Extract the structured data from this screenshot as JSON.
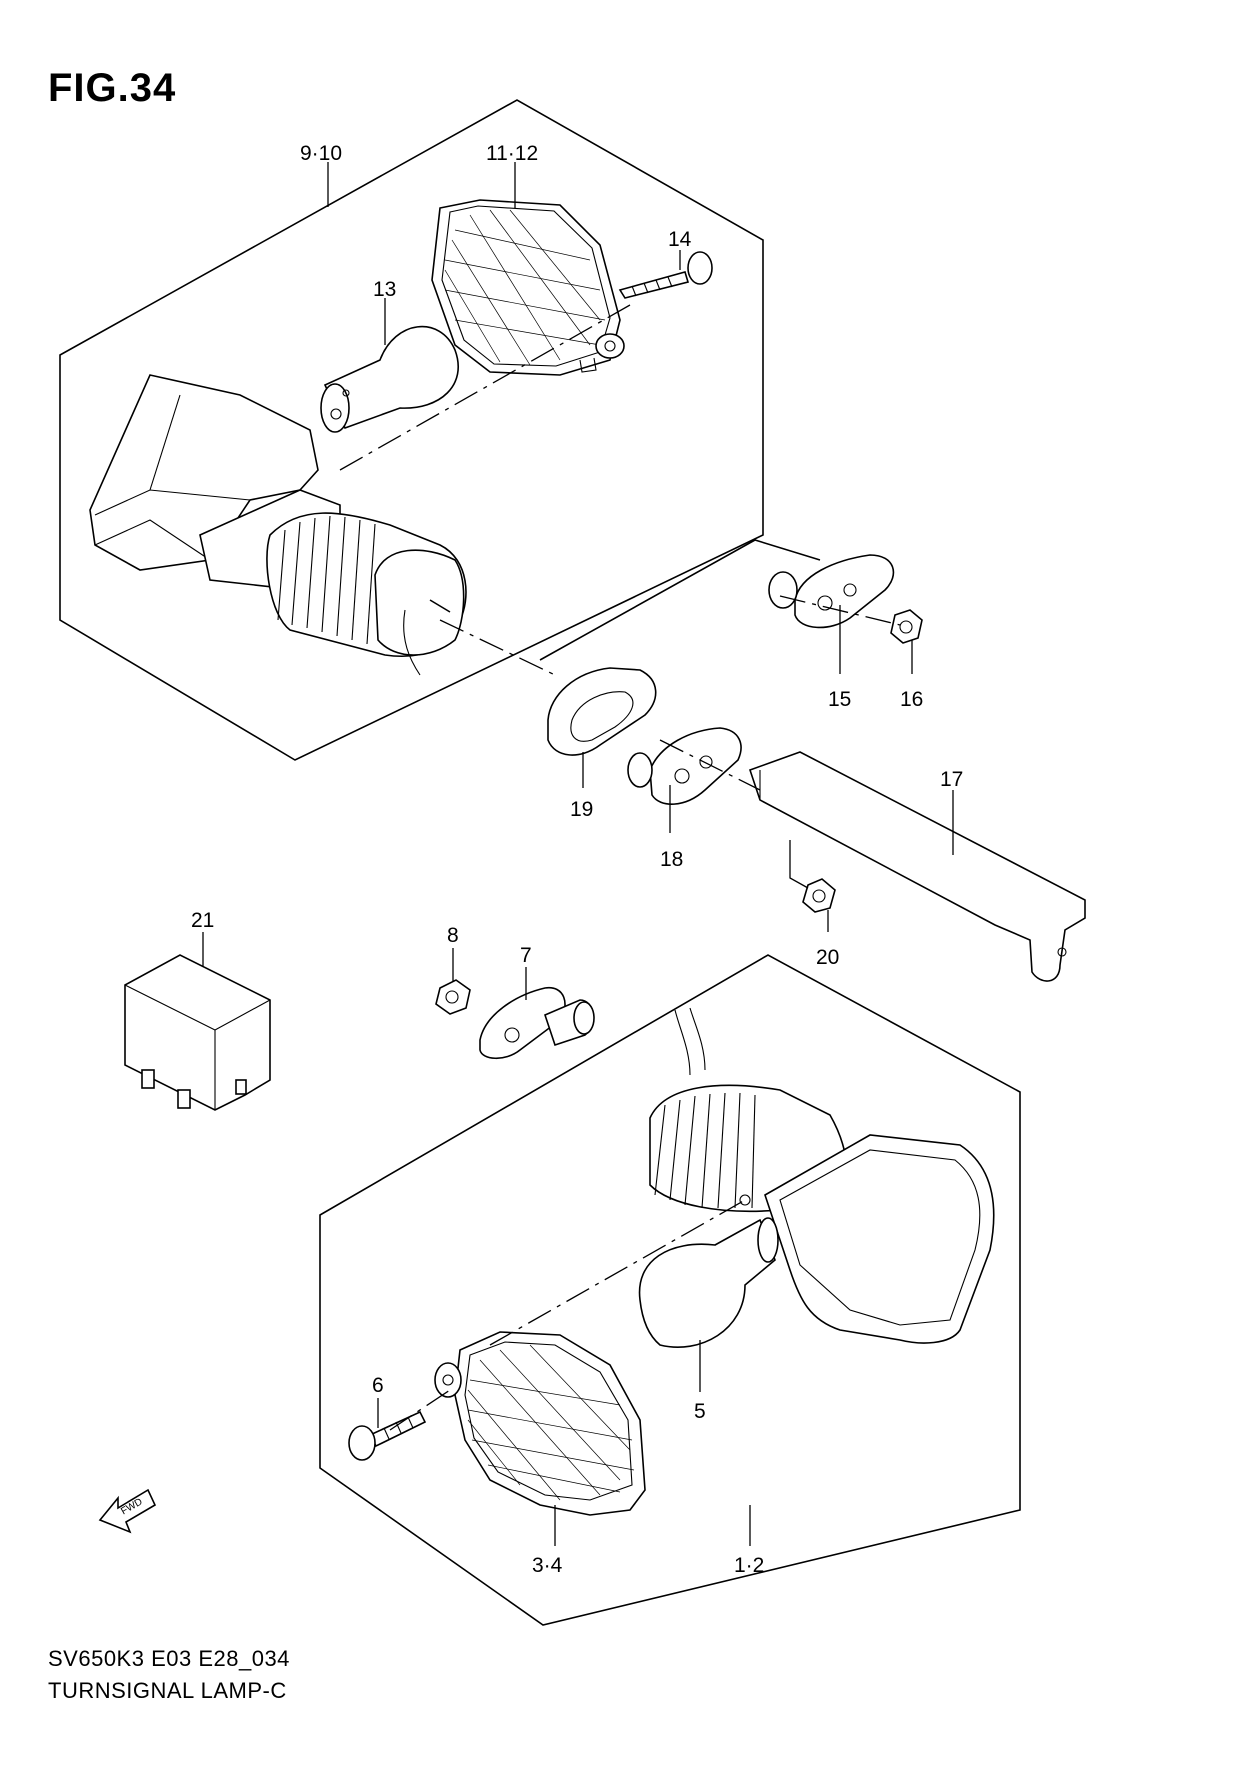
{
  "figure": {
    "title": "FIG.34",
    "drawing_code": "SV650K3 E03 E28_034",
    "drawing_name": "TURNSIGNAL LAMP-C",
    "fwd_label": "FWD"
  },
  "callouts": {
    "c9_10": "9·10",
    "c11_12": "11·12",
    "c13": "13",
    "c14": "14",
    "c15": "15",
    "c16": "16",
    "c17": "17",
    "c18": "18",
    "c19": "19",
    "c20": "20",
    "c21": "21",
    "c8": "8",
    "c7": "7",
    "c6": "6",
    "c5": "5",
    "c3_4": "3·4",
    "c1_2": "1·2"
  }
}
